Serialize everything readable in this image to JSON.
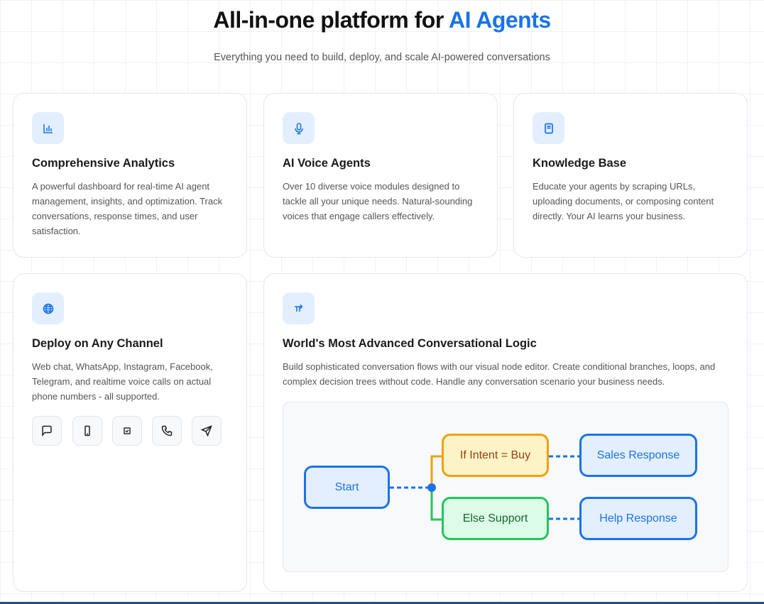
{
  "header": {
    "title_prefix": "All-in-one platform for ",
    "title_accent": "AI Agents",
    "subtitle": "Everything you need to build, deploy, and scale AI-powered conversations"
  },
  "features": [
    {
      "icon": "bar-chart-icon",
      "title": "Comprehensive Analytics",
      "description": "A powerful dashboard for real-time AI agent management, insights, and optimization. Track conversations, response times, and user satisfaction."
    },
    {
      "icon": "microphone-icon",
      "title": "AI Voice Agents",
      "description": "Over 10 diverse voice modules designed to tackle all your unique needs. Natural-sounding voices that engage callers effectively."
    },
    {
      "icon": "book-icon",
      "title": "Knowledge Base",
      "description": "Educate your agents by scraping URLs, uploading documents, or composing content directly. Your AI learns your business."
    },
    {
      "icon": "globe-icon",
      "title": "Deploy on Any Channel",
      "description": "Web chat, WhatsApp, Instagram, Facebook, Telegram, and realtime voice calls on actual phone numbers - all supported.",
      "channels": [
        "chat-icon",
        "mobile-icon",
        "inbox-icon",
        "phone-icon",
        "send-icon"
      ]
    },
    {
      "icon": "branch-arrow-icon",
      "title": "World's Most Advanced Conversational Logic",
      "description": "Build sophisticated conversation flows with our visual node editor. Create conditional branches, loops, and complex decision trees without code. Handle any conversation scenario your business needs."
    }
  ],
  "flow": {
    "start": "Start",
    "if_node": "If Intent = Buy",
    "else_node": "Else Support",
    "sales": "Sales Response",
    "help": "Help Response"
  },
  "colors": {
    "accent": "#1a73e8",
    "orange": "#f59e0b",
    "green": "#22c55e"
  }
}
